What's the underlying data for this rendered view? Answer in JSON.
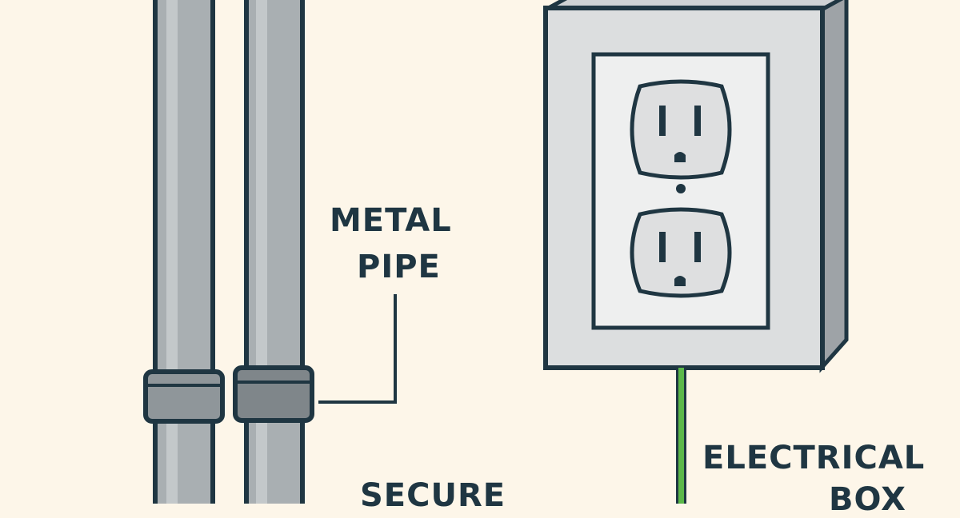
{
  "labels": {
    "metal_line1": "METAL",
    "metal_line2": "PIPE",
    "secure": "SECURE",
    "electrical_line1": "ELECTRICAL",
    "electrical_line2": "BOX"
  },
  "colors": {
    "background": "#fdf6e9",
    "outline": "#1f3642",
    "pipe_fill": "#a9afb2",
    "box_front": "#dcdedf",
    "box_side": "#9ea3a7",
    "ground_wire": "#5cb84a"
  },
  "icons": [
    "pipe-icon",
    "pipe-clamp-icon",
    "electrical-outlet-icon",
    "ground-wire-icon"
  ]
}
